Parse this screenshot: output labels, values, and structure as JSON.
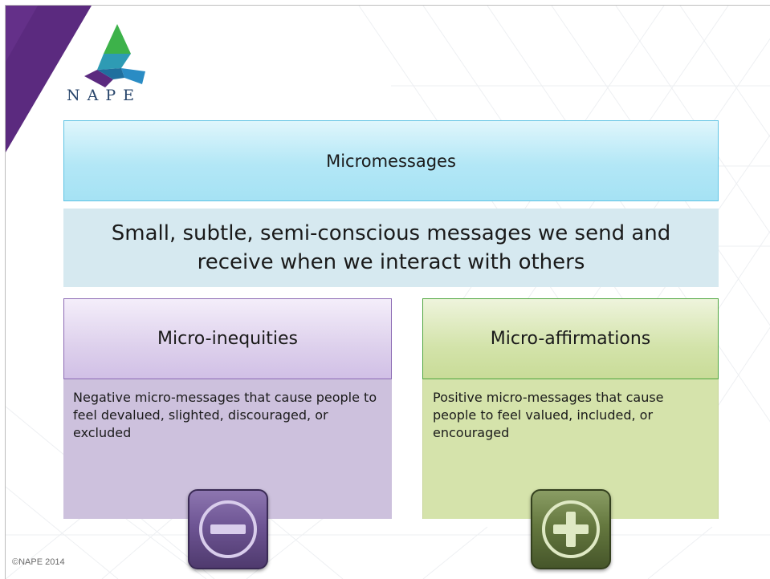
{
  "logo": {
    "text": "NAPE"
  },
  "title": "Micromessages",
  "definition": "Small, subtle, semi-conscious messages we send and receive when we interact with others",
  "negative": {
    "heading": "Micro-inequities",
    "description": "Negative micro-messages  that cause people to feel devalued, slighted, discouraged, or excluded",
    "icon": "minus-icon"
  },
  "positive": {
    "heading": "Micro-affirmations",
    "description": "Positive micro-messages that cause people to feel valued, included, or encouraged",
    "icon": "plus-icon"
  },
  "footer": "©NAPE 2014",
  "colors": {
    "corner": "#5b2a7f",
    "title_fill": "#b3e7f6",
    "definition_fill": "#d6e9f0",
    "negative_fill": "#cdc1dd",
    "positive_fill": "#d5e3ab",
    "minus_badge": "#6e5594",
    "plus_badge": "#65783f"
  }
}
